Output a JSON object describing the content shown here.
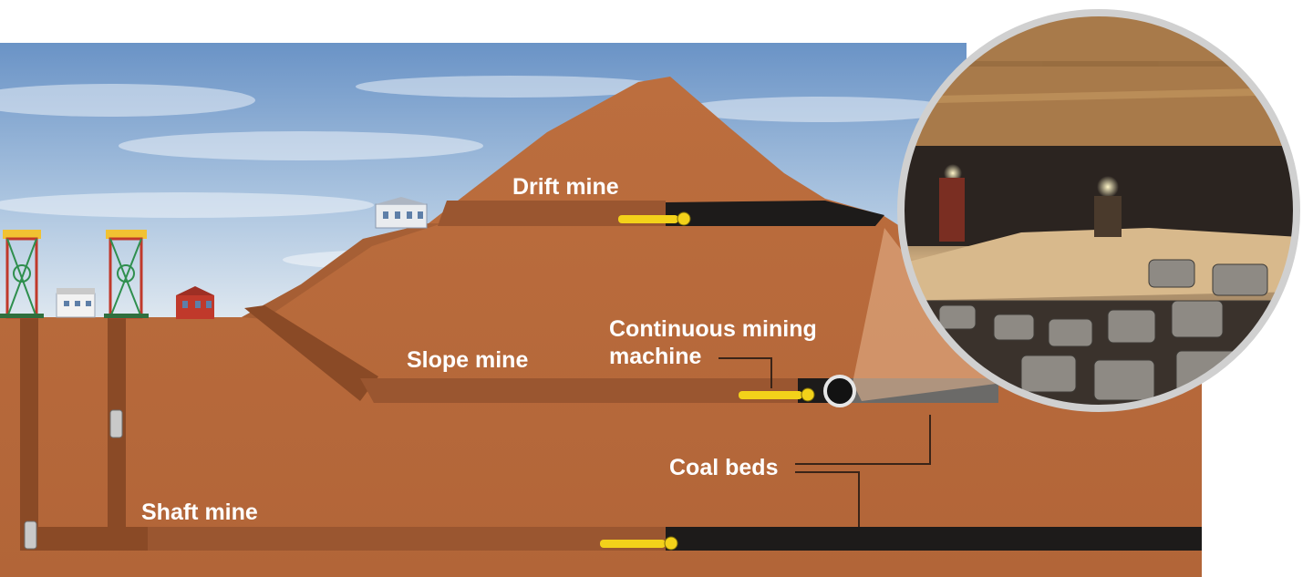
{
  "labels": {
    "drift_mine": "Drift mine",
    "slope_mine": "Slope mine",
    "machine_line1": "Continuous mining",
    "machine_line2": "machine",
    "coal_beds": "Coal beds",
    "shaft_mine": "Shaft mine"
  },
  "colors": {
    "earth": "#b96b3c",
    "earth_dark": "#8f4e28",
    "coal": "#1c1a19",
    "sky_top": "#6f98c9",
    "sky_bottom": "#d8e4ef",
    "machine": "#f3d21a",
    "leader": "#3a2418",
    "lens_frame": "#c9c9c9"
  },
  "icons": {
    "tower": "headframe-tower-icon",
    "building": "building-icon",
    "machine": "mining-machine-icon",
    "elevator": "mine-cage-icon",
    "photo": "underground-mining-photo"
  }
}
